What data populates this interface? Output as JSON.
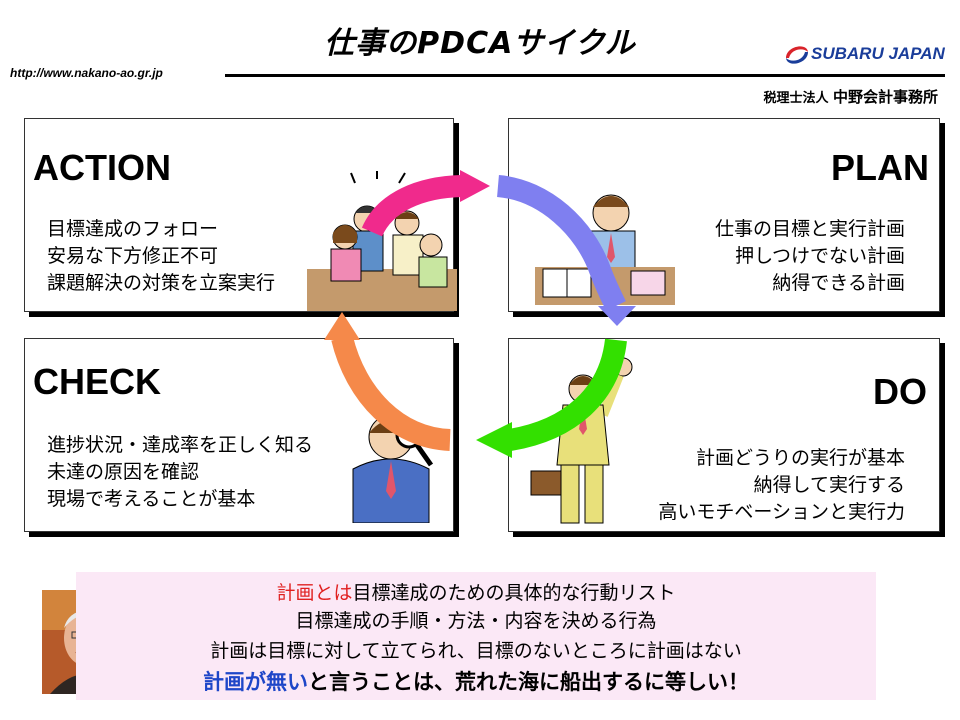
{
  "header": {
    "title": "仕事のPDCAサイクル",
    "url": "http://www.nakano-ao.gr.jp",
    "logo_text": "SUBARU JAPAN",
    "firm_prefix": "税理士法人",
    "firm_name": "中野会計事務所"
  },
  "action": {
    "heading": "ACTION",
    "lines": [
      "目標達成のフォロー",
      "安易な下方修正不可",
      "課題解決の対策を立案実行"
    ]
  },
  "plan": {
    "heading": "PLAN",
    "lines": [
      "仕事の目標と実行計画",
      "押しつけでない計画",
      "納得できる計画"
    ]
  },
  "check": {
    "heading": "CHECK",
    "lines": [
      "進捗状況・達成率を正しく知る",
      "未達の原因を確認",
      "現場で考えることが基本"
    ]
  },
  "do": {
    "heading": "DO",
    "lines": [
      "計画どうりの実行が基本",
      "納得して実行する",
      "高いモチベーションと実行力"
    ]
  },
  "summary": {
    "line1_emph": "計画とは",
    "line1_rest": "目標達成のための具体的な行動リスト",
    "line2": "目標達成の手順・方法・内容を決める行為",
    "line3": "計画は目標に対して立てられ、目標のないところに計画はない",
    "line4_emph": "計画が無い",
    "line4_rest": "と言うことは、荒れた海に船出するに等しい！"
  },
  "colors": {
    "arrow_action_to_plan": "#f02a8c",
    "arrow_plan_to_do": "#7f7ff0",
    "arrow_do_to_check": "#33e000",
    "arrow_check_to_action": "#f5894a",
    "summary_background": "#fbe8f6",
    "emphasis_red": "#e02020",
    "emphasis_blue": "#1e46c8"
  }
}
